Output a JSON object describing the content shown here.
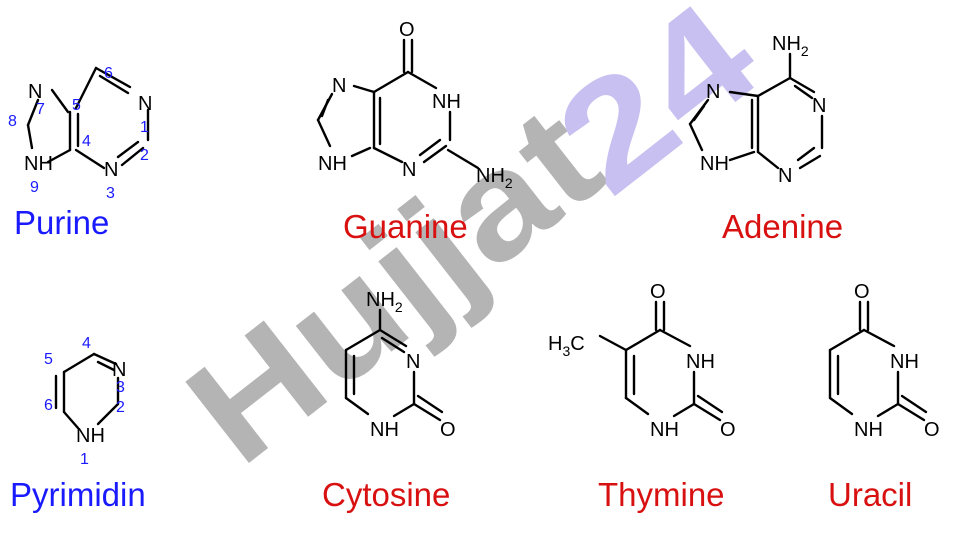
{
  "colors": {
    "name_purine_family": "#1a1aff",
    "name_base": "#d81010",
    "atom_number": "#1a1aff",
    "watermark_gray": "#b4b4b4",
    "watermark_violet": "#c8c0f0"
  },
  "watermark": {
    "part_gray": "Hujjat",
    "part_violet": "24"
  },
  "atoms": {
    "N": "N",
    "NH": "NH",
    "O": "O",
    "C": "C",
    "H": "H",
    "two": "2",
    "three": "3"
  },
  "molecules": {
    "purine": {
      "name": "Purine",
      "numbers": [
        "1",
        "2",
        "3",
        "4",
        "5",
        "6",
        "7",
        "8",
        "9"
      ]
    },
    "guanine": {
      "name": "Guanine"
    },
    "adenine": {
      "name": "Adenine"
    },
    "pyrimidine": {
      "name": "Pyrimidin",
      "numbers": [
        "1",
        "2",
        "3",
        "4",
        "5",
        "6"
      ]
    },
    "cytosine": {
      "name": "Cytosine"
    },
    "thymine": {
      "name": "Thymine"
    },
    "uracil": {
      "name": "Uracil"
    }
  }
}
